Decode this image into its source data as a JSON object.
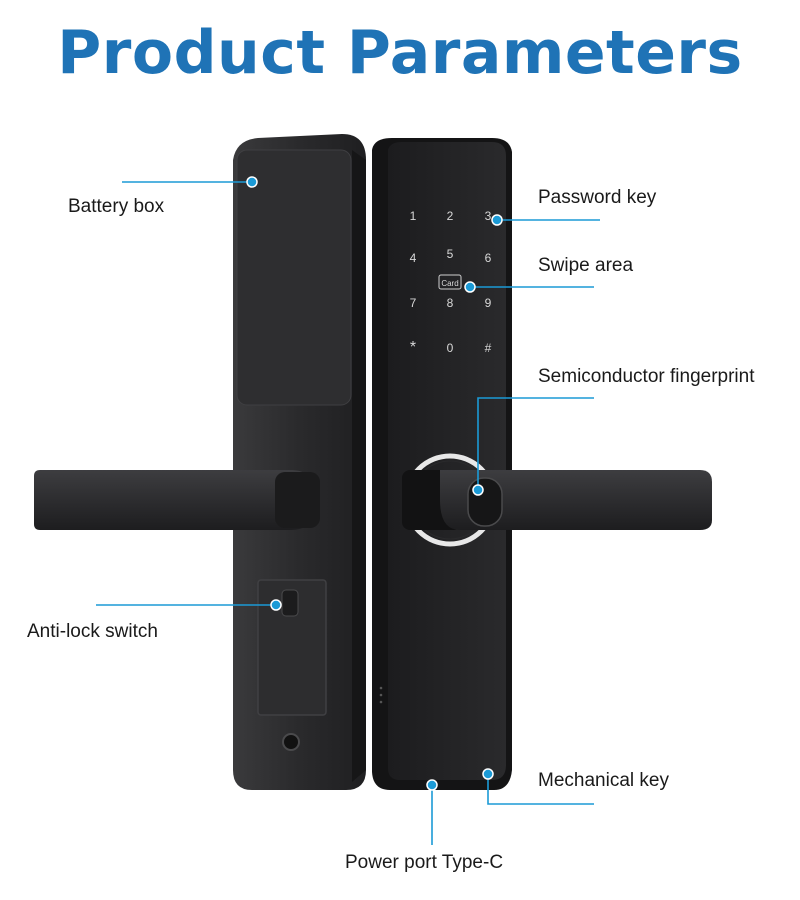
{
  "title": "Product Parameters",
  "labels": {
    "battery_box": "Battery box",
    "password_key": "Password key",
    "swipe_area": "Swipe area",
    "fingerprint": "Semiconductor fingerprint",
    "anti_lock": "Anti-lock switch",
    "mechanical_key": "Mechanical key",
    "power_port": "Power port Type-C"
  },
  "keypad": {
    "keys": [
      "1",
      "2",
      "3",
      "4",
      "5",
      "6",
      "7",
      "8",
      "9",
      "*",
      "0",
      "#"
    ],
    "card_icon_text": "Card"
  },
  "colors": {
    "title": "#1f73b6",
    "callout": "#1b9ad6",
    "lock_body": "#2b2b2d"
  }
}
